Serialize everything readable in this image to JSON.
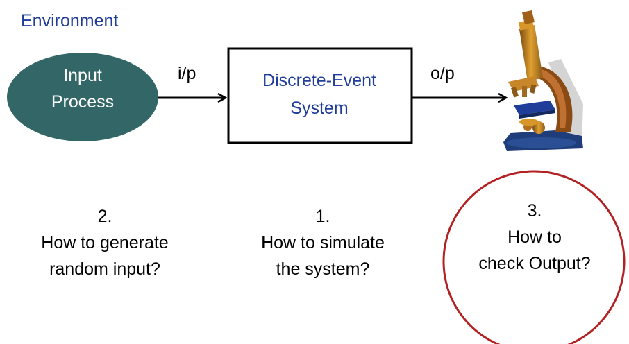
{
  "environment_label": "Environment",
  "input_process": {
    "line1": "Input",
    "line2": "Process",
    "fill_color": "#336666"
  },
  "arrows": {
    "input_label": "i/p",
    "output_label": "o/p"
  },
  "system_box": {
    "line1": "Discrete-Event",
    "line2": "System"
  },
  "questions": [
    {
      "number": "2.",
      "line1": "How to generate",
      "line2": "random input?"
    },
    {
      "number": "1.",
      "line1": "How to simulate",
      "line2": "the system?"
    },
    {
      "number": "3.",
      "line1": "How to",
      "line2": "check Output?"
    }
  ],
  "microscope_icon": "microscope-icon",
  "highlight_color": "#b22222"
}
